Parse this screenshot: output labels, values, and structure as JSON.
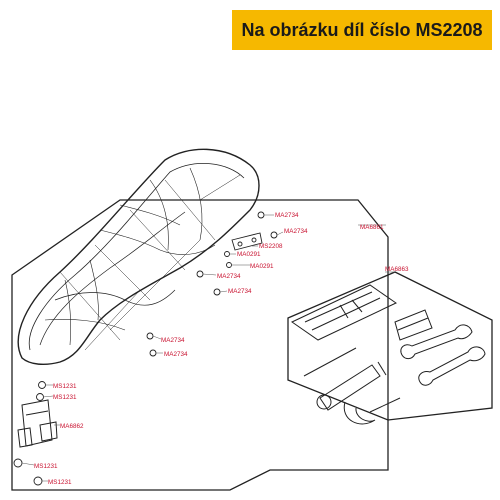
{
  "banner": {
    "text": "Na obrázku díl číslo MS2208",
    "color": "#f6b800"
  },
  "colors": {
    "label": "#c8102e",
    "line": "#222222"
  },
  "parts": {
    "ma6861": "MA6861",
    "ms2208": "MS2208",
    "ma2734": "MA2734",
    "ma0291": "MA0291",
    "ms1231": "MS1231",
    "ma6862": "MA6862",
    "ma6863": "MA6863"
  },
  "icons": [
    "seat-icon",
    "seat-hinge-icon",
    "bolt-icon",
    "hinge-bracket-icon",
    "tool-pouch-icon",
    "screwdriver-icon",
    "wrench-icon",
    "spark-plug-socket-icon",
    "hook-spanner-icon"
  ]
}
